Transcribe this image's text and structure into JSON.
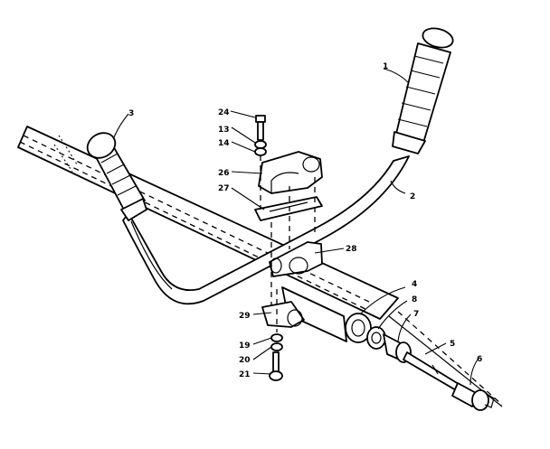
{
  "callouts": [
    {
      "id": "1",
      "text": "1"
    },
    {
      "id": "2",
      "text": "2"
    },
    {
      "id": "3",
      "text": "3"
    },
    {
      "id": "4",
      "text": "4"
    },
    {
      "id": "5",
      "text": "5"
    },
    {
      "id": "6",
      "text": "6"
    },
    {
      "id": "7",
      "text": "7"
    },
    {
      "id": "8",
      "text": "8"
    },
    {
      "id": "13",
      "text": "13"
    },
    {
      "id": "14",
      "text": "14"
    },
    {
      "id": "19",
      "text": "19"
    },
    {
      "id": "20",
      "text": "20"
    },
    {
      "id": "21",
      "text": "21"
    },
    {
      "id": "24",
      "text": "24"
    },
    {
      "id": "26",
      "text": "26"
    },
    {
      "id": "27",
      "text": "27"
    },
    {
      "id": "28",
      "text": "28"
    },
    {
      "id": "29",
      "text": "29"
    }
  ]
}
